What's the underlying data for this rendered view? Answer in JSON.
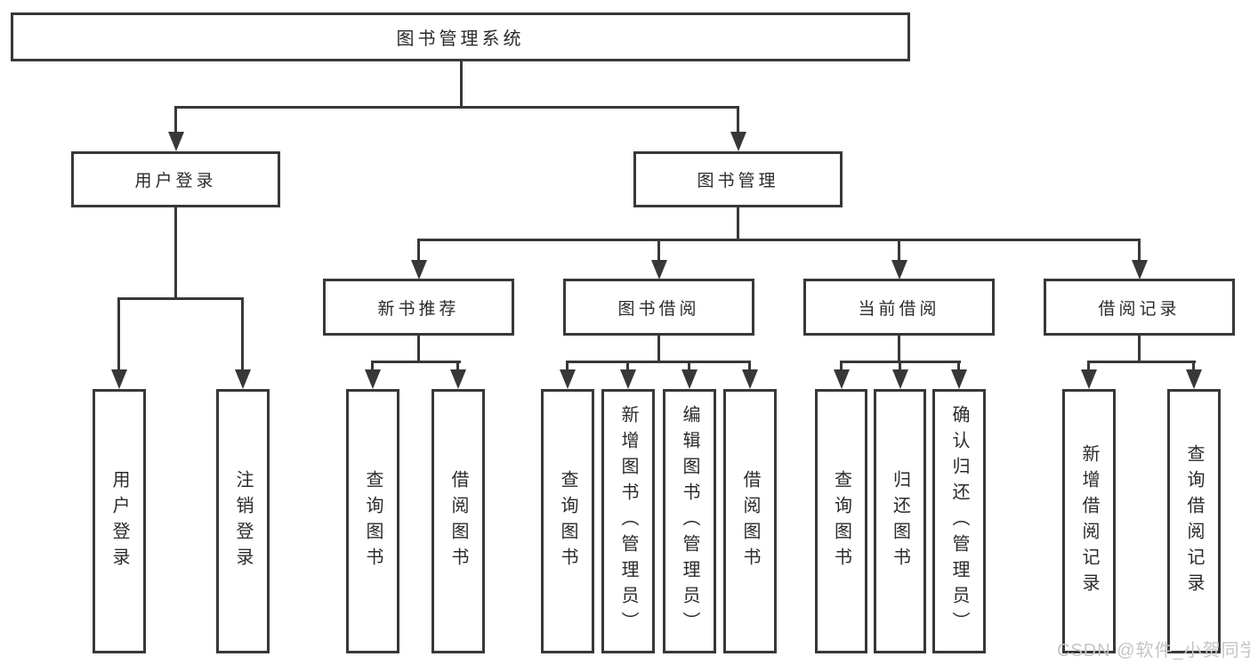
{
  "tree": {
    "label": "图书管理系统",
    "children": [
      {
        "label": "用户登录",
        "children": [
          {
            "label": "用户登录"
          },
          {
            "label": "注销登录"
          }
        ]
      },
      {
        "label": "图书管理",
        "children": [
          {
            "label": "新书推荐",
            "children": [
              {
                "label": "查询图书"
              },
              {
                "label": "借阅图书"
              }
            ]
          },
          {
            "label": "图书借阅",
            "children": [
              {
                "label": "查询图书"
              },
              {
                "label": "新增图书（管理员）"
              },
              {
                "label": "编辑图书（管理员）"
              },
              {
                "label": "借阅图书"
              }
            ]
          },
          {
            "label": "当前借阅",
            "children": [
              {
                "label": "查询图书"
              },
              {
                "label": "归还图书"
              },
              {
                "label": "确认归还（管理员）"
              }
            ]
          },
          {
            "label": "借阅记录",
            "children": [
              {
                "label": "新增借阅记录"
              },
              {
                "label": "查询借阅记录"
              }
            ]
          }
        ]
      }
    ]
  },
  "watermark": {
    "text": "CSDN @软件_小贺同学"
  },
  "colors": {
    "line": "#383838",
    "box_border": "#383838",
    "text": "#2b2b2b",
    "watermark": "#c5c5c5",
    "background": "#ffffff"
  }
}
